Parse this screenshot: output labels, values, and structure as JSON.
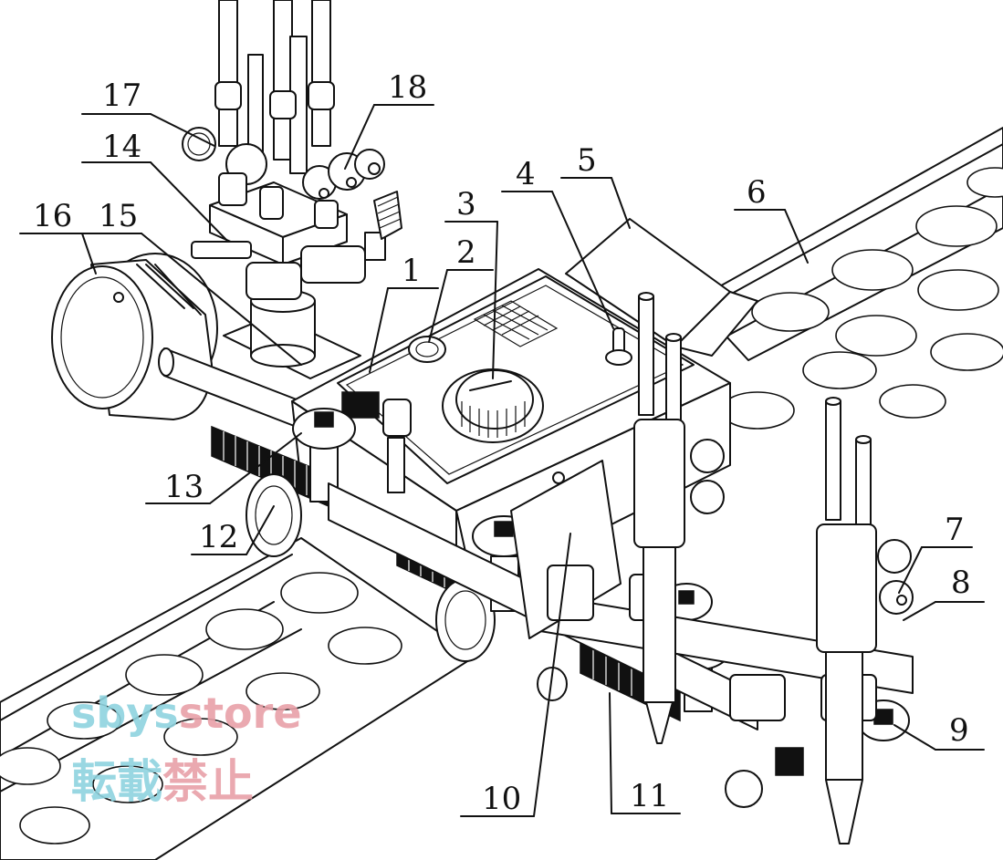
{
  "callouts": [
    {
      "id": "1",
      "label": "1"
    },
    {
      "id": "2",
      "label": "2"
    },
    {
      "id": "3",
      "label": "3"
    },
    {
      "id": "4",
      "label": "4"
    },
    {
      "id": "5",
      "label": "5"
    },
    {
      "id": "6",
      "label": "6"
    },
    {
      "id": "7",
      "label": "7"
    },
    {
      "id": "8",
      "label": "8"
    },
    {
      "id": "9",
      "label": "9"
    },
    {
      "id": "10",
      "label": "10"
    },
    {
      "id": "11",
      "label": "11"
    },
    {
      "id": "12",
      "label": "12"
    },
    {
      "id": "13",
      "label": "13"
    },
    {
      "id": "14",
      "label": "14"
    },
    {
      "id": "15",
      "label": "15"
    },
    {
      "id": "16",
      "label": "16"
    },
    {
      "id": "17",
      "label": "17"
    },
    {
      "id": "18",
      "label": "18"
    }
  ],
  "watermark": {
    "line1": "sbysstore",
    "line1_accent": "store",
    "line2": "転載禁止",
    "colors": {
      "cyan": "#8fd3df",
      "pink": "#e8a0a8"
    }
  }
}
